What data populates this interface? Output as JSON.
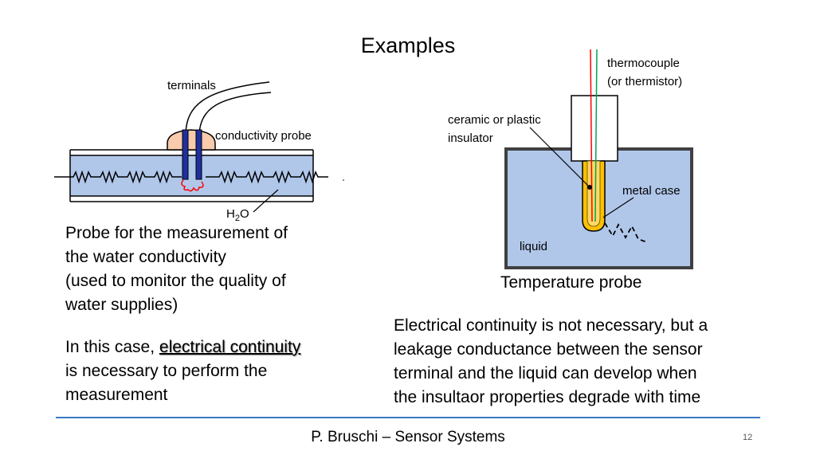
{
  "slide": {
    "title": "Examples",
    "footer": "P. Bruschi – Sensor Systems",
    "page_number": "12"
  },
  "left_diagram": {
    "label_terminals": "terminals",
    "label_probe": "conductivity probe",
    "label_water": "H",
    "label_water_sub": "2",
    "label_water_end": "O",
    "colors": {
      "pipe_fill": "#b0c7ea",
      "probe_body": "#f8cbad",
      "electrode": "#1f2f9e",
      "current": "#ff0000"
    }
  },
  "left_text": {
    "description_lines": [
      "Probe for the measurement of",
      "the water conductivity",
      "(used to monitor the quality of",
      "water supplies)"
    ],
    "note_prefix": "In this case, ",
    "note_highlight": "electrical continuity",
    "note_line2": "is necessary to perform the",
    "note_line3": "measurement"
  },
  "right_diagram": {
    "label_thermo_1": "thermocouple",
    "label_thermo_2": "(or thermistor)",
    "label_insulator_1": "ceramic or plastic",
    "label_insulator_2": "insulator",
    "label_metal_case": "metal case",
    "label_liquid": "liquid",
    "caption": "Temperature probe",
    "colors": {
      "liquid": "#b0c7ea",
      "sheath": "#ffc000",
      "wire_red": "#ff0000",
      "wire_green": "#00a651"
    }
  },
  "right_text": {
    "lines": [
      "Electrical continuity is not necessary, but a",
      "leakage conductance between the sensor",
      "terminal and the liquid can develop when",
      "the insultaor properties degrade with time"
    ]
  }
}
